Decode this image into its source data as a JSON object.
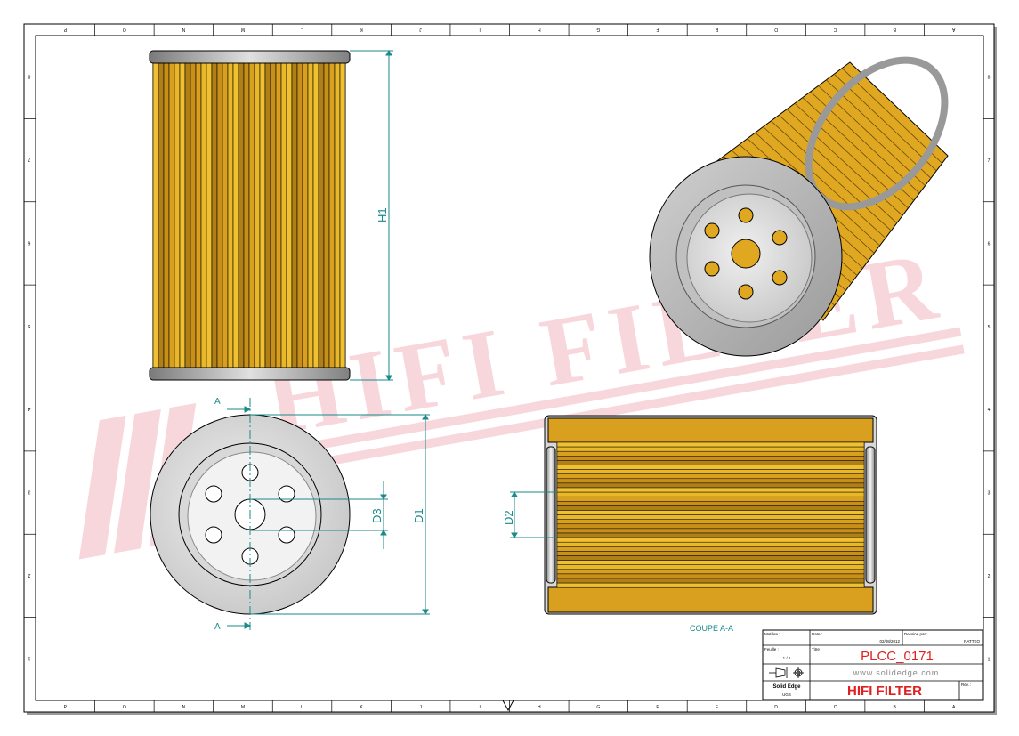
{
  "sheet": {
    "column_labels": [
      "P",
      "O",
      "N",
      "M",
      "L",
      "K",
      "J",
      "I",
      "H",
      "G",
      "F",
      "E",
      "D",
      "C",
      "B",
      "A"
    ],
    "row_labels": [
      "8",
      "7",
      "6",
      "5",
      "4",
      "3",
      "2",
      "1"
    ]
  },
  "views": {
    "front": {
      "dimension": "H1"
    },
    "end": {
      "section_mark_top": "A",
      "section_mark_bottom": "A",
      "dim_outer": "D1",
      "dim_hole": "D3"
    },
    "section": {
      "dim_inner": "D2",
      "caption": "COUPE A-A"
    }
  },
  "watermark": {
    "text": "HIFI FILTER",
    "color": "#f2b8c0"
  },
  "title_block": {
    "material_label": "Matière :",
    "date_label": "Date :",
    "date": "02/08/2012",
    "drawn_by_label": "Dessiné par :",
    "drawn_by": "RATTEO",
    "sheet_label": "Feuille :",
    "sheet": "1 / 1",
    "title_label": "Titre :",
    "part_number": "PLCC_0171",
    "website": "www.solidedge.com",
    "software": "Solid Edge",
    "units": "UGS",
    "brand": "HIFI FILTER",
    "revision_label": "Rév. :"
  },
  "colors": {
    "dimension": "#1a8a8a",
    "filter_media": "#e0a820",
    "end_cap": "#b8b8b8",
    "brand_red": "#e02020"
  }
}
